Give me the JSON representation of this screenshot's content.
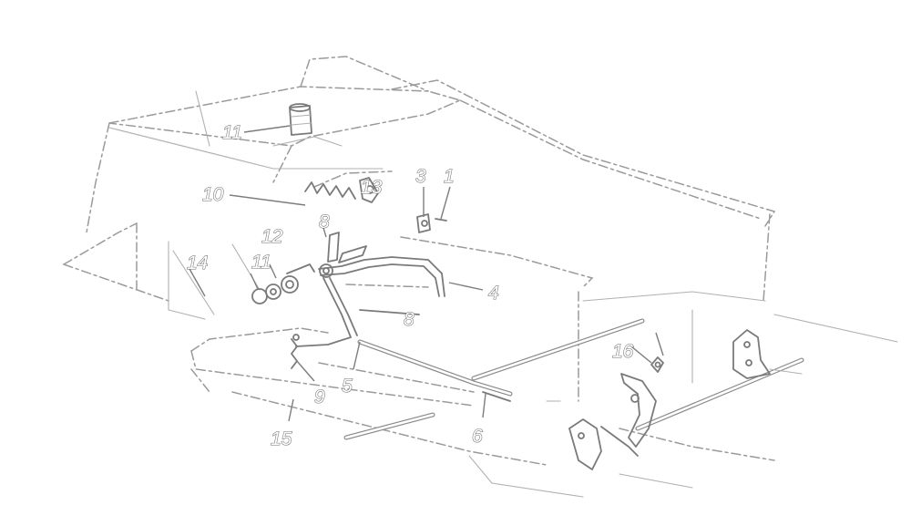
{
  "callouts": [
    {
      "id": "c1",
      "text": "1"
    },
    {
      "id": "c3",
      "text": "3"
    },
    {
      "id": "c4",
      "text": "4"
    },
    {
      "id": "c5",
      "text": "5"
    },
    {
      "id": "c6",
      "text": "6"
    },
    {
      "id": "c8a",
      "text": "8"
    },
    {
      "id": "c8b",
      "text": "8"
    },
    {
      "id": "c9",
      "text": "9"
    },
    {
      "id": "c10",
      "text": "10"
    },
    {
      "id": "c11a",
      "text": "11"
    },
    {
      "id": "c11b",
      "text": "11"
    },
    {
      "id": "c12",
      "text": "12"
    },
    {
      "id": "c13",
      "text": "13"
    },
    {
      "id": "c14",
      "text": "14"
    },
    {
      "id": "c15",
      "text": "15"
    },
    {
      "id": "c16",
      "text": "16"
    }
  ]
}
